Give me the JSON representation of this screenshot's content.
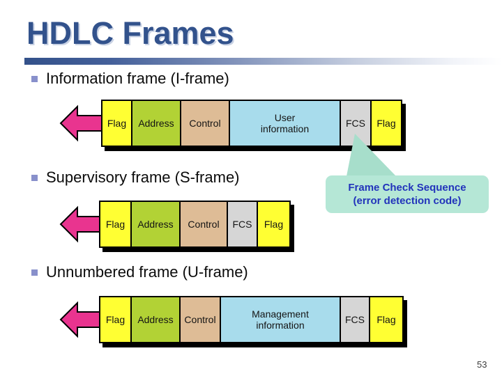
{
  "slide": {
    "title": "HDLC Frames",
    "page_number": "53"
  },
  "colors": {
    "title_text": "#32528C",
    "title_shadow": "#C9D2E4",
    "accent_bar_left": "#33518A",
    "bullet_square": "#8890CB",
    "arrow_fill": "#E9348F",
    "field_flag": "#FFFF33",
    "field_address": "#B2D235",
    "field_control": "#DEBC96",
    "field_information": "#A8DCEC",
    "field_fcs": "#D6D6D6",
    "callout_fill": "#B5E7D6",
    "callout_pointer": "#A7DECB",
    "callout_text": "#2233BB"
  },
  "bullets": [
    {
      "label": "Information frame (I-frame)"
    },
    {
      "label": "Supervisory frame (S-frame)"
    },
    {
      "label": "Unnumbered frame (U-frame)"
    }
  ],
  "frames": [
    {
      "name": "information-frame",
      "cells": [
        {
          "label": "Flag",
          "color": "#FFFF33"
        },
        {
          "label": "Address",
          "color": "#B2D235"
        },
        {
          "label": "Control",
          "color": "#DEBC96"
        },
        {
          "label": "User\ninformation",
          "color": "#A8DCEC"
        },
        {
          "label": "FCS",
          "color": "#D6D6D6"
        },
        {
          "label": "Flag",
          "color": "#FFFF33"
        }
      ]
    },
    {
      "name": "supervisory-frame",
      "cells": [
        {
          "label": "Flag",
          "color": "#FFFF33"
        },
        {
          "label": "Address",
          "color": "#B2D235"
        },
        {
          "label": "Control",
          "color": "#DEBC96"
        },
        {
          "label": "FCS",
          "color": "#D6D6D6"
        },
        {
          "label": "Flag",
          "color": "#FFFF33"
        }
      ]
    },
    {
      "name": "unnumbered-frame",
      "cells": [
        {
          "label": "Flag",
          "color": "#FFFF33"
        },
        {
          "label": "Address",
          "color": "#B2D235"
        },
        {
          "label": "Control",
          "color": "#DEBC96"
        },
        {
          "label": "Management\ninformation",
          "color": "#A8DCEC"
        },
        {
          "label": "FCS",
          "color": "#D6D6D6"
        },
        {
          "label": "Flag",
          "color": "#FFFF33"
        }
      ]
    }
  ],
  "callout": {
    "line1": "Frame Check Sequence",
    "line2": "(error detection code)"
  }
}
